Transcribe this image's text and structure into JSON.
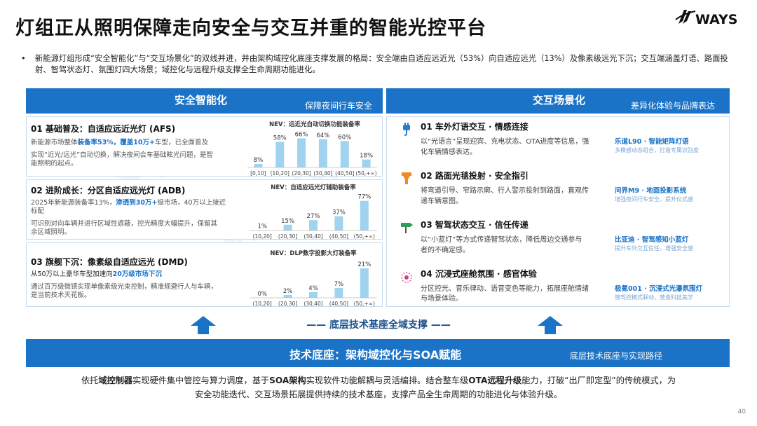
{
  "title": "灯组正从照明保障走向安全与交互并重的智能光控平台",
  "logo_text": "WAYS",
  "bullet_text": "新能源灯组形成“安全智能化”与“交互场景化”的双线并进，并由架构域控化底座支撑发展的格局：安全端由自适应远近光（53%）向自适应远光（13%）及像素级远光下沉；交互端涵盖灯语、路面投射、智驾状态灯、氛围灯四大场景；域控化与远程升级支撑全生命周期功能进化。",
  "left_panel": {
    "title": "安全智能化",
    "subtitle": "保障夜间行车安全"
  },
  "right_panel": {
    "title": "交互场景化",
    "subtitle": "差异化体验与品牌表达"
  },
  "left_cards": [
    {
      "title": "01 基础普及：自适应远近光灯 (AFS)",
      "text_1a": "新能源市场整体",
      "text_1b": "装备率53%，覆盖10万+",
      "text_1c": "车型，已全面普及",
      "text_2": "实现“近光/远光”自动切换，解决夜间会车基础眩光问题，是智",
      "text_3": "能照明的起点。"
    },
    {
      "title": "02 进阶成长：分区自适应远光灯 (ADB)",
      "text_1a": "2025年新能源装备率13%，",
      "text_1b": "渗透到30万+",
      "text_1c": "级市场，40万以上接近",
      "text_2": "标配",
      "text_3": "可识别对向车辆并进行区域性遮蔽，控光精度大幅提升，保留其",
      "text_4": "余区域照明。"
    },
    {
      "title": "03 旗舰下沉：像素级自适应远光 (DMD)",
      "text_1a": "从50万以上豪华车型加速向",
      "text_1b": "20万级市场下沉",
      "text_2": "通过百万级微镜实现单像素级光束控制，精准规避行人与车辆，",
      "text_3": "是当前技术天花板。"
    }
  ],
  "chart_data": [
    {
      "type": "bar",
      "title": "NEV：远近光自动切换功能装备率",
      "categories": [
        "[0,10]",
        "(10,20]",
        "(20,30]",
        "(30,40]",
        "(40,50]",
        "(50,+∞)"
      ],
      "values": [
        8,
        58,
        66,
        64,
        60,
        18
      ],
      "value_labels": [
        "8%",
        "58%",
        "66%",
        "64%",
        "60%",
        "18%"
      ],
      "ylim": [
        0,
        70
      ],
      "color": "#9fd3ef"
    },
    {
      "type": "bar",
      "title": "NEV：自适应远光灯辅助装备率",
      "categories": [
        "(10,20]",
        "(20,30]",
        "(30,40]",
        "(40,50]",
        "(50,+∞)"
      ],
      "values": [
        1,
        15,
        27,
        37,
        77
      ],
      "value_labels": [
        "1%",
        "15%",
        "27%",
        "37%",
        "77%"
      ],
      "ylim": [
        0,
        80
      ],
      "color": "#9fd3ef"
    },
    {
      "type": "bar",
      "title": "NEV：DLP数字投影大灯装备率",
      "categories": [
        "(10,20]",
        "(20,30]",
        "(30,40]",
        "(40,50]",
        "(50,+∞)"
      ],
      "values": [
        0,
        2,
        4,
        7,
        21
      ],
      "value_labels": [
        "0%",
        "2%",
        "4%",
        "7%",
        "21%"
      ],
      "ylim": [
        0,
        22
      ],
      "color": "#9fd3ef"
    }
  ],
  "right_cards": [
    {
      "icon": "plug-icon",
      "title": "01 车外灯语交互 · 情感连接",
      "text_1": "以“光语言”呈现迎宾、充电状态、OTA进度等信息，强",
      "text_2": "化车辆情感表达。",
      "case": "乐道L90 · 智能矩阵灯语",
      "case_sub": "多模感动态组合，打造专属识别度"
    },
    {
      "icon": "flashlight-icon",
      "title": "02 路面光毯投射 · 安全指引",
      "text_1": "将弯道引导、窄路示廓、行人警示投射到路面，直观传",
      "text_2": "递车辆意图。",
      "case": "问界M9 · 地面投影系统",
      "case_sub": "增强夜间行车安全，提升仪式感"
    },
    {
      "icon": "signpost-icon",
      "title": "03 智驾状态交互 · 信任传递",
      "text_1": "以“小蓝灯”等方式传递智驾状态，降低周边交通参与",
      "text_2": "者的不确定感。",
      "case": "比亚迪 · 智驾感知小蓝灯",
      "case_sub": "提升车外交互信任，增强安全感"
    },
    {
      "icon": "ambient-light-icon",
      "title": "04 沉浸式座舱氛围 · 感官体验",
      "text_1": "分区控光、音乐律动、语音变色等能力，拓展座舱情绪",
      "text_2": "与场景体验。",
      "case": "极氪001 · 沉浸式光瀑氛围灯",
      "case_sub": "随驾控模式联动，营造科技美学"
    }
  ],
  "support_text": "—— 底层技术基座全域支撑 ——",
  "base": {
    "title": "技术底座：架构域控化与SOA赋能",
    "subtitle": "底层技术底座与实现路径"
  },
  "footer": {
    "p1": "依托",
    "b1": "域控制器",
    "p2": "实现硬件集中管控与算力调度，基于",
    "b2": "SOA架构",
    "p3": "实现软件功能解耦与灵活编排。结合整车级",
    "b3": "OTA远程升级",
    "p4": "能力，打破“出厂即定型”的传统模式，为安全功能迭代、交互场景拓展提供持续的技术基座，支撑产品全生命周期的功能进化与体验升级。"
  },
  "page_number": "40",
  "colors": {
    "accent": "#1a73c7",
    "bar": "#9fd3ef",
    "highlight": "#1a73c7"
  }
}
